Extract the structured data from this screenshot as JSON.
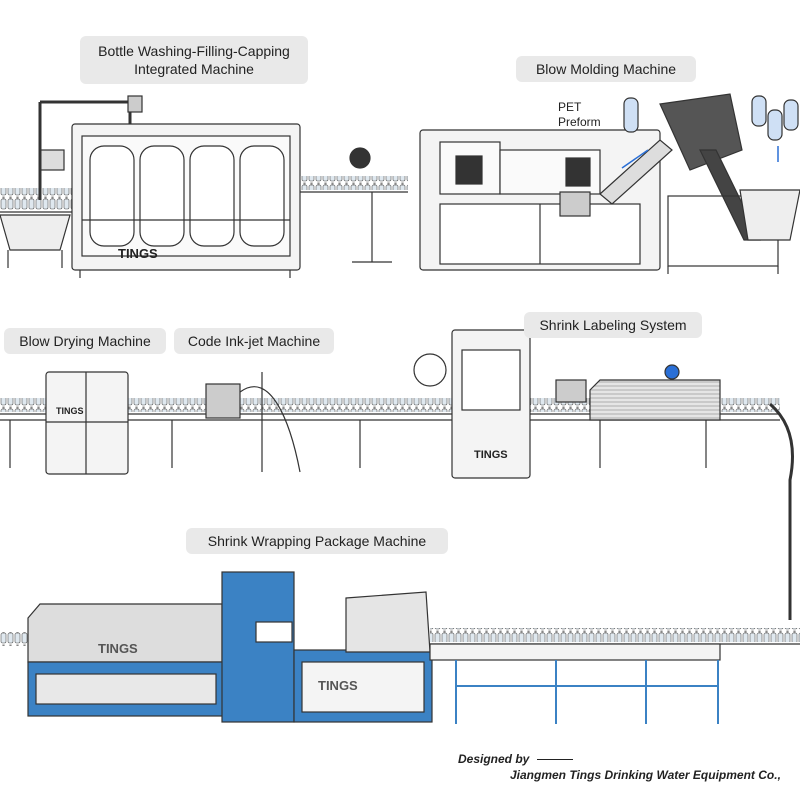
{
  "labels": {
    "washing_filling_capping": [
      "Bottle Washing-Filling-Capping",
      "Integrated Machine"
    ],
    "blow_molding": "Blow Molding Machine",
    "pet_preform": [
      "PET",
      "Preform"
    ],
    "blow_drying": "Blow Drying Machine",
    "code_inkjet": "Code Ink-jet Machine",
    "shrink_labeling": "Shrink Labeling System",
    "shrink_wrapping": "Shrink Wrapping Package Machine"
  },
  "branding": {
    "machine_logo_text": "TINGS"
  },
  "credit": {
    "designed_by": "Designed by",
    "company": "Jiangmen Tings Drinking Water Equipment Co.,"
  },
  "colors": {
    "line": "#333333",
    "panel": "#f4f4f4",
    "wrapper_blue": "#3b82c4",
    "label_bg": "#e9e9e9",
    "accent_blue": "#2a6fd6"
  }
}
